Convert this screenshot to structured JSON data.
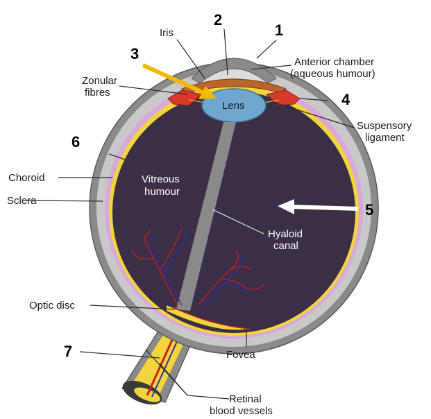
{
  "labels": {
    "iris": "Iris",
    "anterior_chamber_1": "Anterior chamber",
    "anterior_chamber_2": "(aqueous humour)",
    "zonular_1": "Zonular",
    "zonular_2": "fibres",
    "lens": "Lens",
    "suspensory_1": "Suspensory",
    "suspensory_2": "ligament",
    "choroid": "Choroid",
    "sclera": "Sclera",
    "vitreous_1": "Vitreous",
    "vitreous_2": "humour",
    "hyaloid_1": "Hyaloid",
    "hyaloid_2": "canal",
    "optic_disc": "Optic disc",
    "fovea": "Fovea",
    "retinal_1": "Retinal",
    "retinal_2": "blood vessels"
  },
  "numbers": {
    "n1": "1",
    "n2": "2",
    "n3": "3",
    "n4": "4",
    "n5": "5",
    "n6": "6",
    "n7": "7"
  },
  "colors": {
    "sclera": "#8a8a8a",
    "choroid": "#d6a8dc",
    "retina": "#f2d53c",
    "vitreous": "#3a2f47",
    "lens": "#6fa7cf",
    "iris": "#b8662c",
    "ciliary": "#d8392a",
    "arrow_yellow": "#f5b800",
    "arrow_white": "#ffffff",
    "vessel_red": "#cc1d1d",
    "vessel_blue": "#2a2ab0"
  }
}
